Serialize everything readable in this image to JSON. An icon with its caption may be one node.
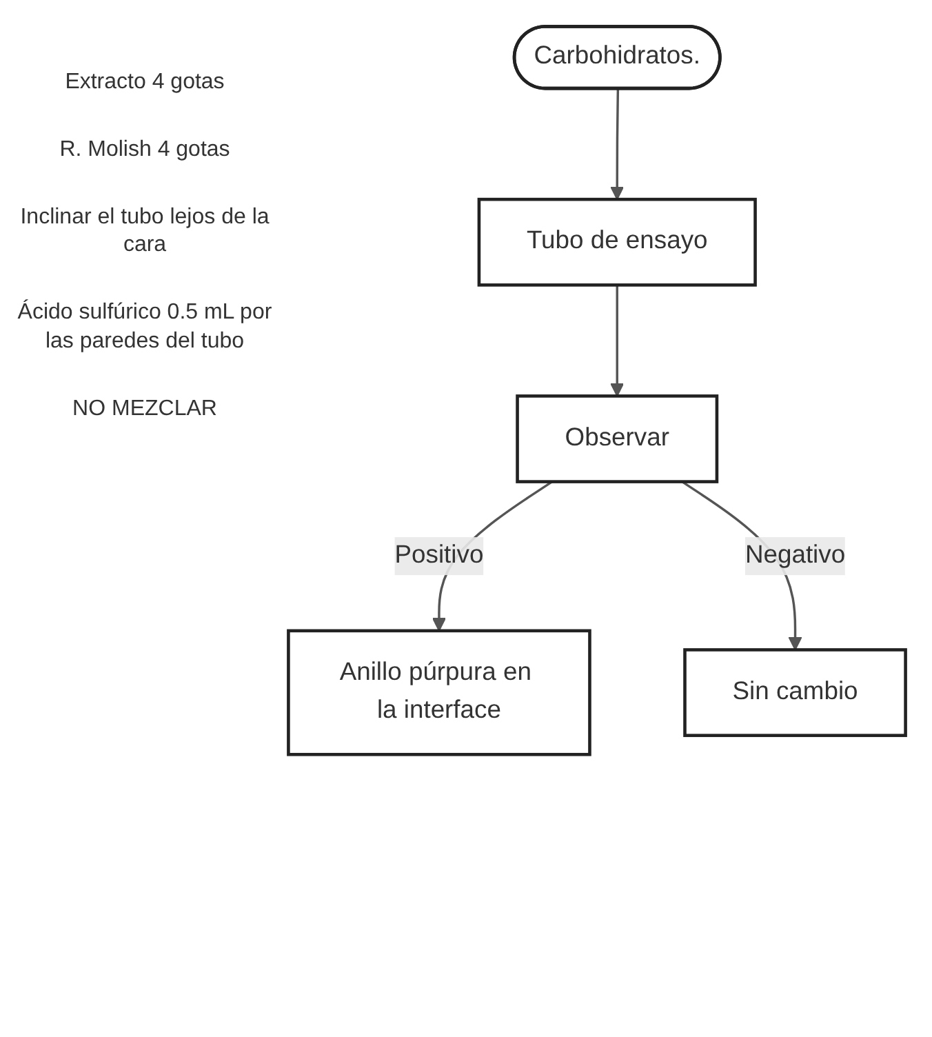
{
  "diagram": {
    "nodes": [
      {
        "text": [
          "Carbohidratos."
        ]
      },
      {
        "text": [
          "Tubo de ensayo"
        ]
      },
      {
        "text": [
          "Observar"
        ]
      },
      {
        "text": [
          "Anillo púrpura en la interface"
        ]
      },
      {
        "text": [
          "Sin cambio"
        ]
      }
    ],
    "edges": [
      {
        "from": 0,
        "to": 1,
        "arrow": "to"
      },
      {
        "from": 1,
        "to": 2,
        "arrow": "to"
      },
      {
        "from": 2,
        "to": 3,
        "arrow": "to",
        "label": "Positivo"
      },
      {
        "from": 2,
        "to": 4,
        "arrow": "to",
        "label": "Negativo"
      }
    ],
    "labels": [
      "Extracto 4 gotas",
      "R. Molish 4 gotas",
      "Inclinar el tubo lejos de la cara",
      "Ácido sulfúrico 0.5 mL por las paredes del tubo",
      "NO MEZCLAR"
    ]
  }
}
